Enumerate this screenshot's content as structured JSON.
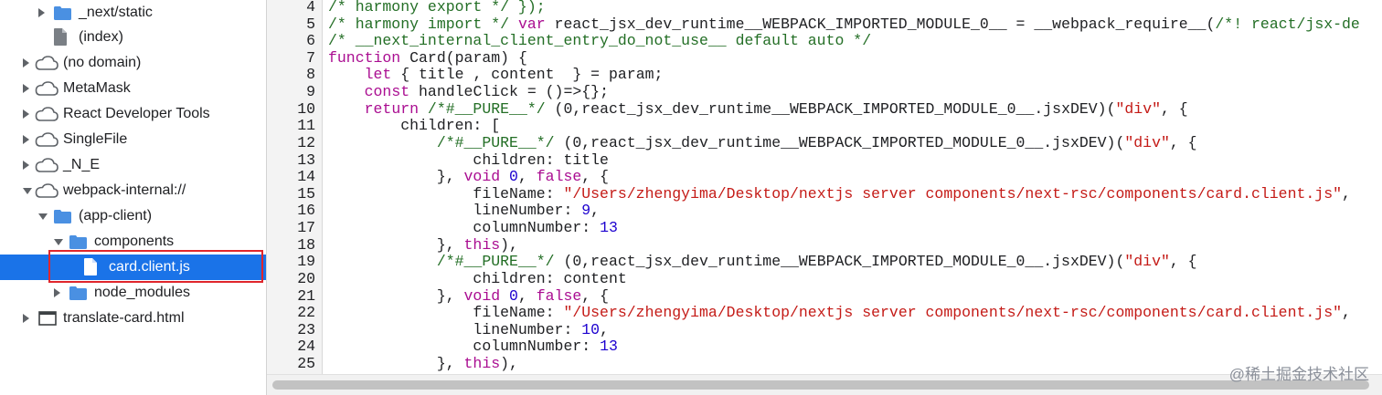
{
  "colors": {
    "selection": "#1a73e8",
    "folder": "#4a90e2",
    "highlight_box": "#e0262c",
    "comment": "#236e25",
    "keyword": "#aa0d91",
    "string": "#c41a16",
    "number": "#1c00cf"
  },
  "sidebar": {
    "items": [
      {
        "label": "_next/static",
        "icon": "folder-icon",
        "expand": "right"
      },
      {
        "label": "(index)",
        "icon": "file-icon",
        "expand": "none"
      },
      {
        "label": "(no domain)",
        "icon": "cloud-icon",
        "expand": "right"
      },
      {
        "label": "MetaMask",
        "icon": "cloud-icon",
        "expand": "right"
      },
      {
        "label": "React Developer Tools",
        "icon": "cloud-icon",
        "expand": "right"
      },
      {
        "label": "SingleFile",
        "icon": "cloud-icon",
        "expand": "right"
      },
      {
        "label": "_N_E",
        "icon": "cloud-icon",
        "expand": "right"
      },
      {
        "label": "webpack-internal://",
        "icon": "cloud-icon",
        "expand": "down"
      },
      {
        "label": "(app-client)",
        "icon": "folder-icon",
        "expand": "down"
      },
      {
        "label": "components",
        "icon": "folder-icon",
        "expand": "down"
      },
      {
        "label": "card.client.js",
        "icon": "file-icon",
        "expand": "none",
        "selected": true
      },
      {
        "label": "node_modules",
        "icon": "folder-icon",
        "expand": "right"
      },
      {
        "label": "translate-card.html",
        "icon": "frame-icon",
        "expand": "right"
      }
    ]
  },
  "editor": {
    "lines": [
      {
        "n": "4",
        "tokens": [
          [
            "c",
            "/* harmony export */ });"
          ]
        ]
      },
      {
        "n": "5",
        "tokens": [
          [
            "c",
            "/* harmony import */ "
          ],
          [
            "k",
            "var "
          ],
          [
            "b",
            "react_jsx_dev_runtime__WEBPACK_IMPORTED_MODULE_0__"
          ],
          [
            "t",
            " = "
          ],
          [
            "t",
            "__webpack_require__"
          ],
          [
            "t",
            "("
          ],
          [
            "c",
            "/*! react/jsx-de"
          ]
        ]
      },
      {
        "n": "6",
        "tokens": [
          [
            "c",
            "/* __next_internal_client_entry_do_not_use__ default auto */"
          ]
        ]
      },
      {
        "n": "7",
        "tokens": [
          [
            "k",
            "function "
          ],
          [
            "b",
            "Card"
          ],
          [
            "t",
            "("
          ],
          [
            "b",
            "param"
          ],
          [
            "t",
            ") {"
          ]
        ]
      },
      {
        "n": "8",
        "tokens": [
          [
            "t",
            "    "
          ],
          [
            "k",
            "let "
          ],
          [
            "t",
            "{ "
          ],
          [
            "b",
            "title"
          ],
          [
            "t",
            " , "
          ],
          [
            "b",
            "content"
          ],
          [
            "t",
            "  } = "
          ],
          [
            "t",
            "param;"
          ]
        ]
      },
      {
        "n": "9",
        "tokens": [
          [
            "t",
            "    "
          ],
          [
            "k",
            "const "
          ],
          [
            "b",
            "handleClick"
          ],
          [
            "t",
            " = ()=>{};"
          ]
        ]
      },
      {
        "n": "10",
        "tokens": [
          [
            "t",
            "    "
          ],
          [
            "k",
            "return "
          ],
          [
            "c",
            "/*#__PURE__*/ "
          ],
          [
            "t",
            "(0,"
          ],
          [
            "t",
            "react_jsx_dev_runtime__WEBPACK_IMPORTED_MODULE_0__"
          ],
          [
            "t",
            ".jsxDEV)("
          ],
          [
            "s",
            "\"div\""
          ],
          [
            "t",
            ", {"
          ]
        ]
      },
      {
        "n": "11",
        "tokens": [
          [
            "t",
            "        children: ["
          ]
        ]
      },
      {
        "n": "12",
        "tokens": [
          [
            "t",
            "            "
          ],
          [
            "c",
            "/*#__PURE__*/ "
          ],
          [
            "t",
            "(0,react_jsx_dev_runtime__WEBPACK_IMPORTED_MODULE_0__.jsxDEV)("
          ],
          [
            "s",
            "\"div\""
          ],
          [
            "t",
            ", {"
          ]
        ]
      },
      {
        "n": "13",
        "tokens": [
          [
            "t",
            "                children: title"
          ]
        ]
      },
      {
        "n": "14",
        "tokens": [
          [
            "t",
            "            }, "
          ],
          [
            "k",
            "void "
          ],
          [
            "n",
            "0"
          ],
          [
            "t",
            ", "
          ],
          [
            "k",
            "false"
          ],
          [
            "t",
            ", {"
          ]
        ]
      },
      {
        "n": "15",
        "tokens": [
          [
            "t",
            "                fileName: "
          ],
          [
            "s",
            "\"/Users/zhengyima/Desktop/nextjs server components/next-rsc/components/card.client.js\""
          ],
          [
            "t",
            ","
          ]
        ]
      },
      {
        "n": "16",
        "tokens": [
          [
            "t",
            "                lineNumber: "
          ],
          [
            "n",
            "9"
          ],
          [
            "t",
            ","
          ]
        ]
      },
      {
        "n": "17",
        "tokens": [
          [
            "t",
            "                columnNumber: "
          ],
          [
            "n",
            "13"
          ]
        ]
      },
      {
        "n": "18",
        "tokens": [
          [
            "t",
            "            }, "
          ],
          [
            "k",
            "this"
          ],
          [
            "t",
            "),"
          ]
        ]
      },
      {
        "n": "19",
        "tokens": [
          [
            "t",
            "            "
          ],
          [
            "c",
            "/*#__PURE__*/ "
          ],
          [
            "t",
            "(0,react_jsx_dev_runtime__WEBPACK_IMPORTED_MODULE_0__.jsxDEV)("
          ],
          [
            "s",
            "\"div\""
          ],
          [
            "t",
            ", {"
          ]
        ]
      },
      {
        "n": "20",
        "tokens": [
          [
            "t",
            "                children: content"
          ]
        ]
      },
      {
        "n": "21",
        "tokens": [
          [
            "t",
            "            }, "
          ],
          [
            "k",
            "void "
          ],
          [
            "n",
            "0"
          ],
          [
            "t",
            ", "
          ],
          [
            "k",
            "false"
          ],
          [
            "t",
            ", {"
          ]
        ]
      },
      {
        "n": "22",
        "tokens": [
          [
            "t",
            "                fileName: "
          ],
          [
            "s",
            "\"/Users/zhengyima/Desktop/nextjs server components/next-rsc/components/card.client.js\""
          ],
          [
            "t",
            ","
          ]
        ]
      },
      {
        "n": "23",
        "tokens": [
          [
            "t",
            "                lineNumber: "
          ],
          [
            "n",
            "10"
          ],
          [
            "t",
            ","
          ]
        ]
      },
      {
        "n": "24",
        "tokens": [
          [
            "t",
            "                columnNumber: "
          ],
          [
            "n",
            "13"
          ]
        ]
      },
      {
        "n": "25",
        "tokens": [
          [
            "t",
            "            }, "
          ],
          [
            "k",
            "this"
          ],
          [
            "t",
            "),"
          ]
        ]
      }
    ]
  },
  "watermark": "@稀土掘金技术社区"
}
